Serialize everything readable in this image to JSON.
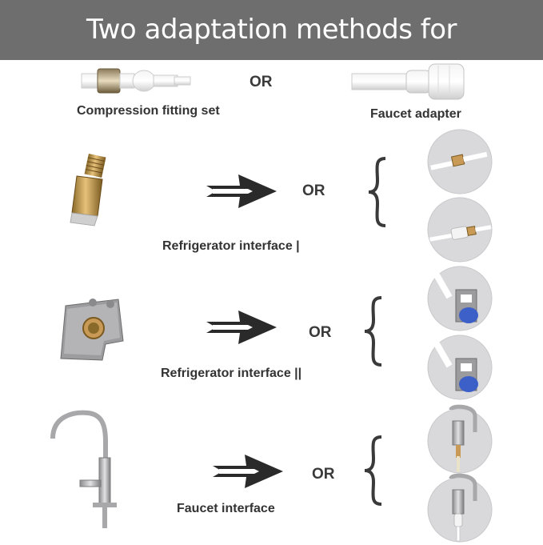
{
  "header": {
    "title": "Two adaptation methods for  refrigerators"
  },
  "top_row": {
    "left_label": "Compression fitting set",
    "or_label": "OR",
    "right_label": "Faucet adapter"
  },
  "rows": [
    {
      "label": "Refrigerator interface  |",
      "or_label": "OR"
    },
    {
      "label": "Refrigerator interface ||",
      "or_label": "OR"
    },
    {
      "label": "Faucet  interface",
      "or_label": "OR"
    }
  ],
  "icons": {
    "arrow": "double-arrow-right-icon",
    "brace": "left-curly-brace-icon"
  },
  "colors": {
    "banner": "#6e6e6e",
    "text": "#333333",
    "circle": "#d9d9dc",
    "brass": "#c89a55",
    "steel": "#b9b9bb"
  }
}
